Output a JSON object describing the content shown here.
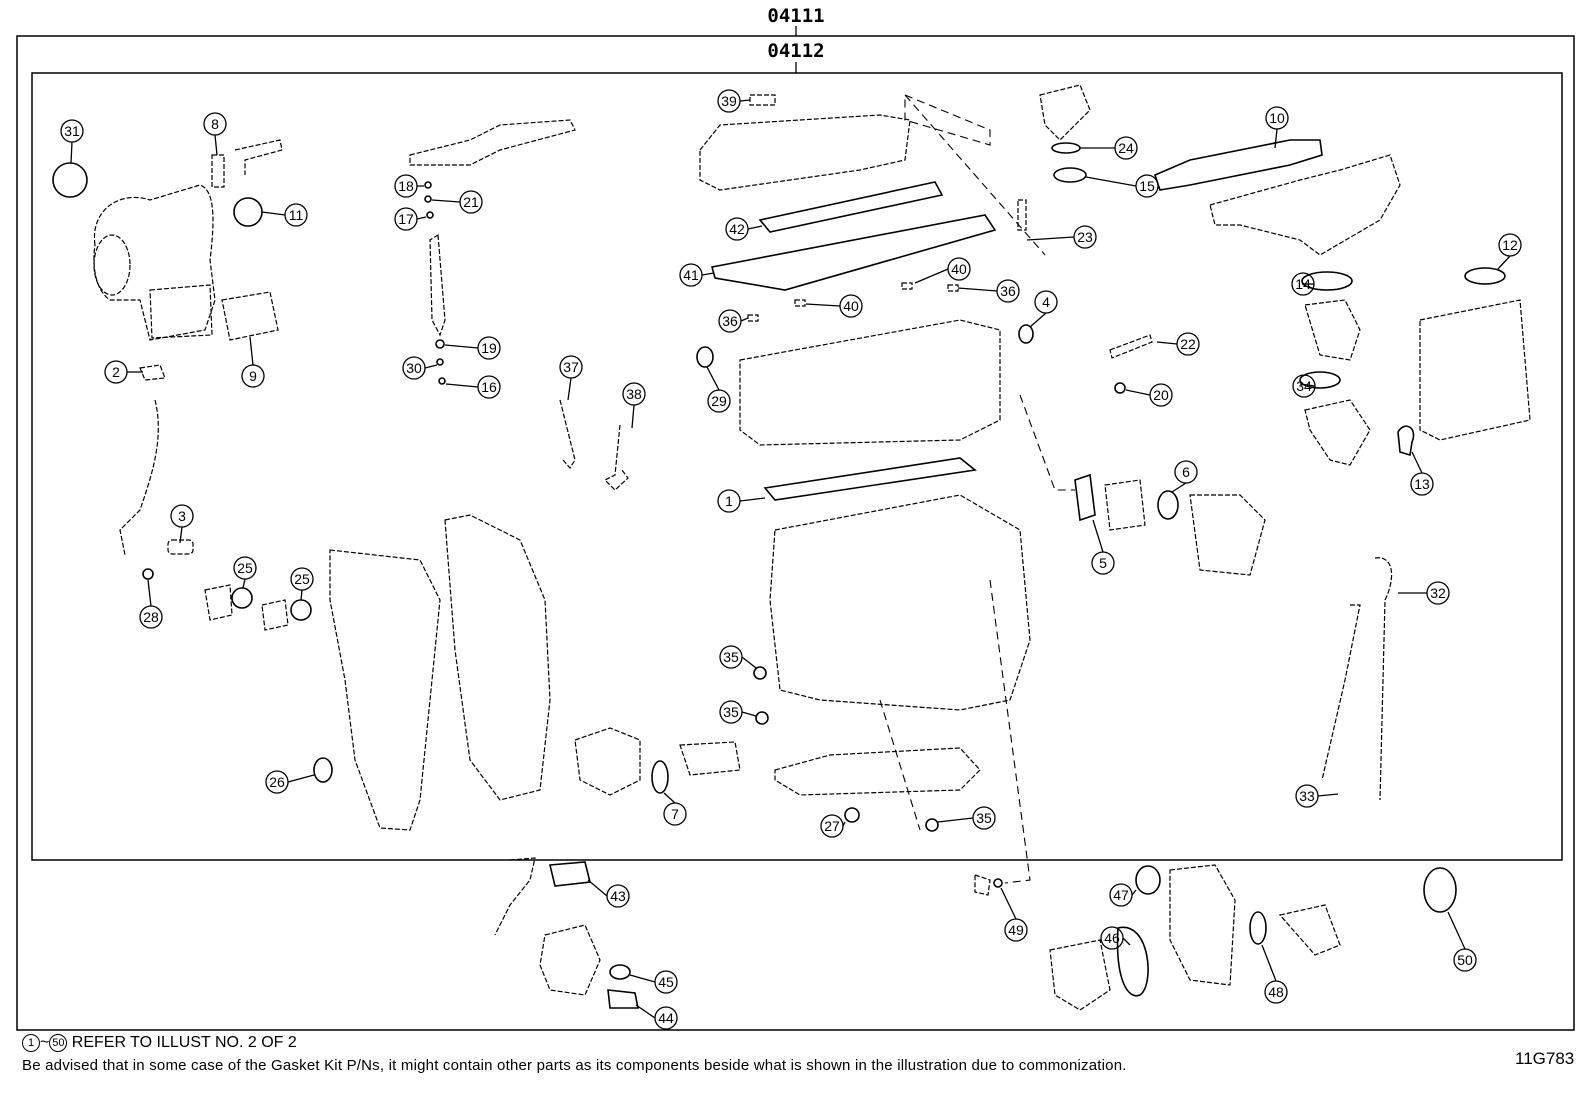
{
  "top_part_number": "04111",
  "inner_part_number": "04112",
  "callouts": [
    {
      "num": "1"
    },
    {
      "num": "2"
    },
    {
      "num": "3"
    },
    {
      "num": "4"
    },
    {
      "num": "5"
    },
    {
      "num": "6"
    },
    {
      "num": "7"
    },
    {
      "num": "8"
    },
    {
      "num": "9"
    },
    {
      "num": "10"
    },
    {
      "num": "11"
    },
    {
      "num": "12"
    },
    {
      "num": "13"
    },
    {
      "num": "14"
    },
    {
      "num": "15"
    },
    {
      "num": "16"
    },
    {
      "num": "17"
    },
    {
      "num": "18"
    },
    {
      "num": "19"
    },
    {
      "num": "20"
    },
    {
      "num": "21"
    },
    {
      "num": "22"
    },
    {
      "num": "23"
    },
    {
      "num": "24"
    },
    {
      "num": "25"
    },
    {
      "num": "25"
    },
    {
      "num": "26"
    },
    {
      "num": "27"
    },
    {
      "num": "28"
    },
    {
      "num": "29"
    },
    {
      "num": "30"
    },
    {
      "num": "31"
    },
    {
      "num": "32"
    },
    {
      "num": "33"
    },
    {
      "num": "34"
    },
    {
      "num": "35"
    },
    {
      "num": "35"
    },
    {
      "num": "35"
    },
    {
      "num": "36"
    },
    {
      "num": "36"
    },
    {
      "num": "37"
    },
    {
      "num": "38"
    },
    {
      "num": "39"
    },
    {
      "num": "40"
    },
    {
      "num": "40"
    },
    {
      "num": "41"
    },
    {
      "num": "42"
    },
    {
      "num": "43"
    },
    {
      "num": "44"
    },
    {
      "num": "45"
    },
    {
      "num": "46"
    },
    {
      "num": "47"
    },
    {
      "num": "48"
    },
    {
      "num": "49"
    },
    {
      "num": "50"
    }
  ],
  "footer": {
    "ref_start": "1",
    "ref_tilde": "~",
    "ref_end": "50",
    "ref_text": "REFER TO ILLUST NO. 2 OF 2",
    "note": "Be advised that in some case of the Gasket Kit P/Ns,  it might contain other parts as its components beside what is shown in the illustration due to commonization.",
    "illustration_code": "11G783"
  }
}
